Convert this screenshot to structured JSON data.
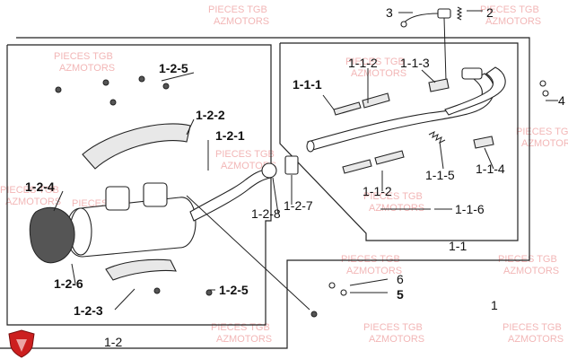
{
  "watermark": {
    "line1": "PIECES TGB",
    "line2": "AZMOTORS"
  },
  "labels": {
    "l_3": "3",
    "l_2": "2",
    "l_4": "4",
    "l_1_2_5_top": "1-2-5",
    "l_1_2_2": "1-2-2",
    "l_1_2_1": "1-2-1",
    "l_1_2_4": "1-2-4",
    "l_1_2_6": "1-2-6",
    "l_1_2_3": "1-2-3",
    "l_1_2_5_bottom": "1-2-5",
    "l_1_2_8": "1-2-8",
    "l_1_2_7": "1-2-7",
    "l_1_2": "1-2",
    "l_1_1_1": "1-1-1",
    "l_1_1_2_top": "1-1-2",
    "l_1_1_3": "1-1-3",
    "l_1_1_2_bottom": "1-1-2",
    "l_1_1_5": "1-1-5",
    "l_1_1_4": "1-1-4",
    "l_1_1_6": "1-1-6",
    "l_1_1": "1-1",
    "l_6": "6",
    "l_5": "5",
    "l_1": "1"
  },
  "colors": {
    "line": "#222222",
    "watermark": "#ee9e9e",
    "logo": "#cc1f1f"
  },
  "icons": {
    "logo": "shield-logo"
  }
}
